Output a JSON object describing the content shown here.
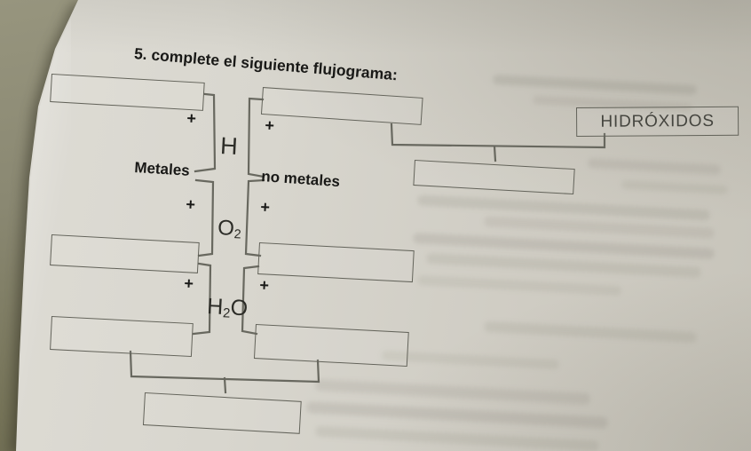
{
  "page": {
    "title": "5. complete el siguiente flujograma:"
  },
  "flowchart": {
    "branches": {
      "left": "Metales",
      "right": "no metales"
    },
    "reagents": {
      "h": "H",
      "o2": {
        "main": "O",
        "sub": "2"
      },
      "h2o": {
        "pre": "H",
        "sub": "2",
        "post": "O"
      }
    },
    "plus": "+",
    "given": {
      "hidroxidos": "HIDRÓXIDOS"
    },
    "answer_boxes": [
      {
        "id": "top-left",
        "value": ""
      },
      {
        "id": "top-center",
        "value": ""
      },
      {
        "id": "right-result",
        "value": ""
      },
      {
        "id": "mid-left",
        "value": ""
      },
      {
        "id": "mid-right",
        "value": ""
      },
      {
        "id": "lower-left",
        "value": ""
      },
      {
        "id": "lower-right",
        "value": ""
      },
      {
        "id": "bottom-center",
        "value": ""
      }
    ]
  }
}
